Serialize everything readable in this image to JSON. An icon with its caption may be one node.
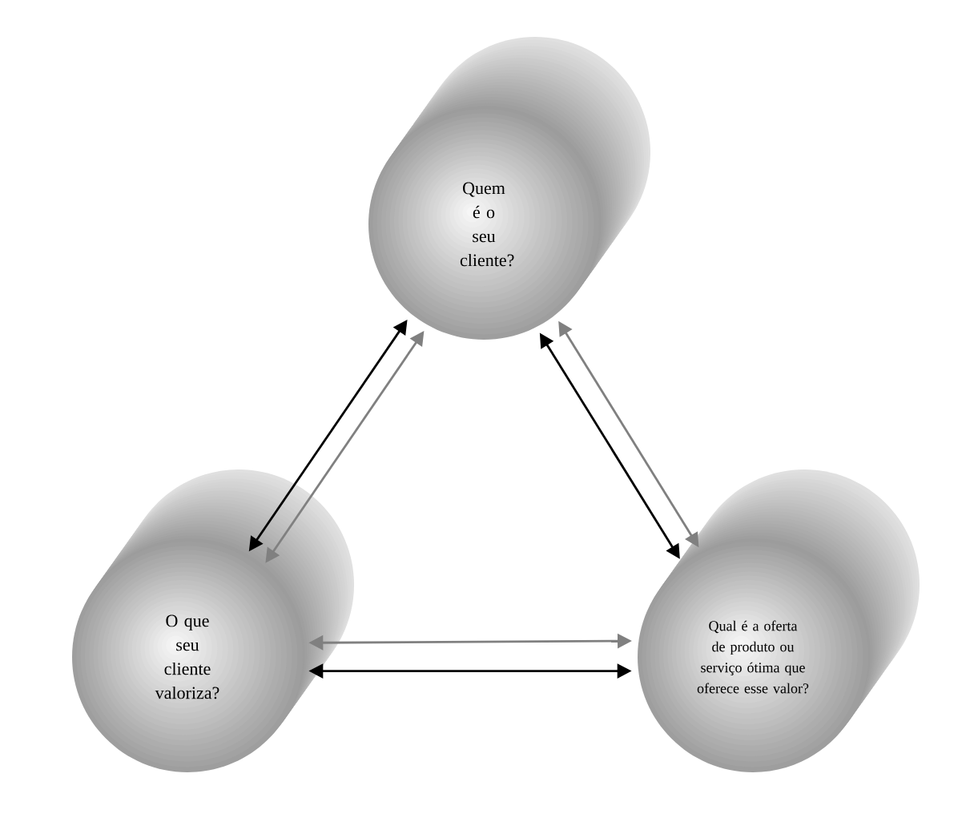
{
  "diagram": {
    "nodes": [
      {
        "text": [
          "Quem é o seu cliente?"
        ]
      },
      {
        "text": [
          "O que seu cliente valoriza?"
        ]
      },
      {
        "text": [
          "Qual é a oferta de produto ou serviço ótima que oferece esse valor?"
        ]
      }
    ],
    "edges": [
      {
        "from": 0,
        "to": 1,
        "arrow": "both"
      },
      {
        "from": 0,
        "to": 1,
        "arrow": "both",
        "color": "#808080"
      },
      {
        "from": 0,
        "to": 2,
        "arrow": "both",
        "color": "#808080"
      },
      {
        "from": 0,
        "to": 2,
        "arrow": "both"
      },
      {
        "from": 1,
        "to": 2,
        "arrow": "both",
        "color": "#808080"
      },
      {
        "from": 1,
        "to": 2,
        "arrow": "both"
      }
    ]
  }
}
